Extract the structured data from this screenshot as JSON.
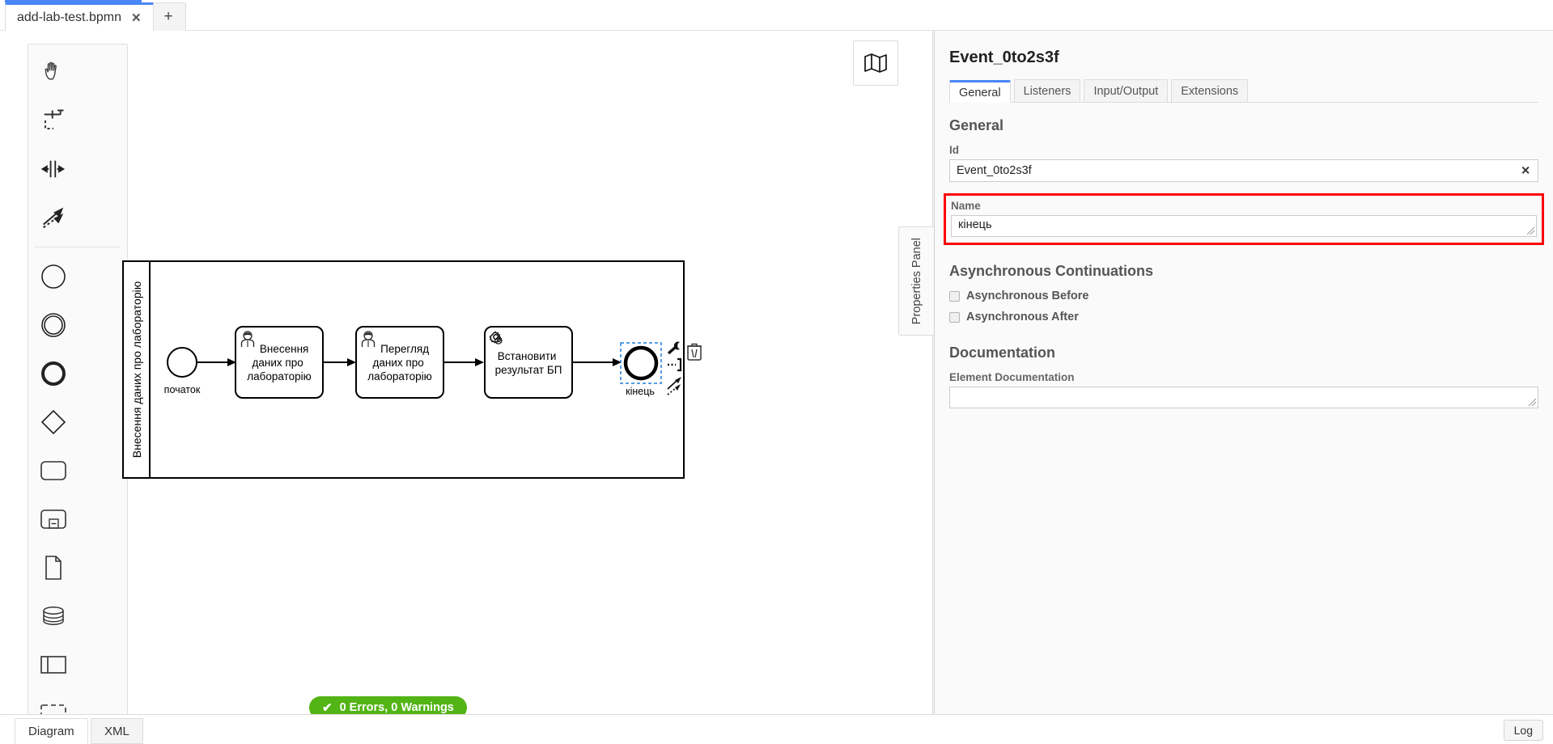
{
  "window": {
    "tabs": [
      {
        "label": "add-lab-test.bpmn",
        "close_icon": "close-icon",
        "active": true
      },
      {
        "label": "+",
        "active": false
      }
    ]
  },
  "palette": {
    "items": [
      {
        "name": "hand-tool-icon",
        "label": "Activate the hand tool"
      },
      {
        "name": "lasso-tool-icon",
        "label": "Activate the lasso tool"
      },
      {
        "name": "space-tool-icon",
        "label": "Activate the create/remove space tool"
      },
      {
        "name": "global-connect-icon",
        "label": "Activate the global connect tool"
      },
      {
        "name": "start-event-icon",
        "label": "Create StartEvent"
      },
      {
        "name": "intermediate-event-icon",
        "label": "Create Intermediate/Boundary Event"
      },
      {
        "name": "end-event-icon",
        "label": "Create EndEvent"
      },
      {
        "name": "gateway-icon",
        "label": "Create Gateway"
      },
      {
        "name": "task-icon",
        "label": "Create Task"
      },
      {
        "name": "subprocess-icon",
        "label": "Create expanded SubProcess"
      },
      {
        "name": "data-object-icon",
        "label": "Create DataObjectReference"
      },
      {
        "name": "data-store-icon",
        "label": "Create DataStoreReference"
      },
      {
        "name": "participant-icon",
        "label": "Create Pool/Participant"
      },
      {
        "name": "group-icon",
        "label": "Create Group"
      }
    ]
  },
  "canvas": {
    "minimap_icon": "map-icon",
    "pool": {
      "label": "Внесення даних про лабораторію"
    },
    "nodes": [
      {
        "id": "start",
        "type": "start-event",
        "label": "початок"
      },
      {
        "id": "task1",
        "type": "user-task",
        "label": "Внесення даних про лабораторію"
      },
      {
        "id": "task2",
        "type": "user-task",
        "label": "Перегляд даних про лабораторію"
      },
      {
        "id": "task3",
        "type": "service-task",
        "label": "Встановити результат БП"
      },
      {
        "id": "end",
        "type": "end-event",
        "label": "кінець",
        "selected": true
      }
    ],
    "context_pad": [
      {
        "name": "wrench-icon",
        "label": "Change type"
      },
      {
        "name": "annotation-icon",
        "label": "Append TextAnnotation"
      },
      {
        "name": "connect-icon",
        "label": "Connect"
      },
      {
        "name": "trash-icon",
        "label": "Remove"
      }
    ],
    "status": {
      "icon": "check-icon",
      "text": "0 Errors, 0 Warnings",
      "color": "#52b415"
    }
  },
  "properties_panel": {
    "handle_label": "Properties Panel",
    "title": "Event_0to2s3f",
    "tabs": [
      {
        "label": "General",
        "active": true
      },
      {
        "label": "Listeners",
        "active": false
      },
      {
        "label": "Input/Output",
        "active": false
      },
      {
        "label": "Extensions",
        "active": false
      }
    ],
    "general": {
      "heading": "General",
      "id_label": "Id",
      "id_value": "Event_0to2s3f",
      "id_clear_icon": "clear-icon",
      "name_label": "Name",
      "name_value": "кінець",
      "name_highlight_color": "#ff0000"
    },
    "async": {
      "heading": "Asynchronous Continuations",
      "before_label": "Asynchronous Before",
      "before_checked": false,
      "after_label": "Asynchronous After",
      "after_checked": false
    },
    "documentation": {
      "heading": "Documentation",
      "element_doc_label": "Element Documentation",
      "element_doc_value": ""
    }
  },
  "bottom_bar": {
    "tabs": [
      {
        "label": "Diagram",
        "active": true
      },
      {
        "label": "XML",
        "active": false
      }
    ],
    "log_label": "Log"
  },
  "colors": {
    "accent": "#4a86f7",
    "success": "#52b415",
    "highlight": "#ff0000"
  }
}
